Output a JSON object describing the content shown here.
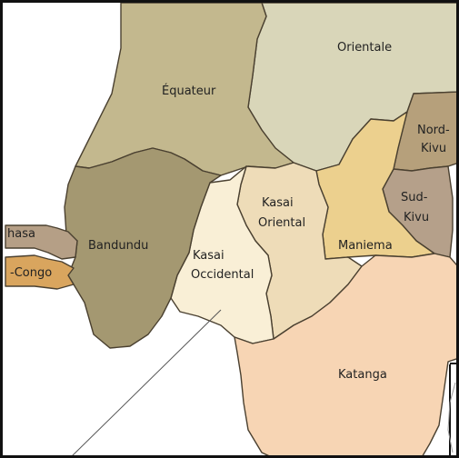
{
  "map": {
    "regions": [
      {
        "id": "equateur",
        "label": "Équateur",
        "color": "#c3b88e"
      },
      {
        "id": "orientale",
        "label": "Orientale",
        "color": "#d9d6b9"
      },
      {
        "id": "nord-kivu",
        "label_line1": "Nord-",
        "label_line2": "Kivu",
        "color": "#b6a07b"
      },
      {
        "id": "sud-kivu",
        "label_line1": "Sud-",
        "label_line2": "Kivu",
        "color": "#b5a08a"
      },
      {
        "id": "maniema",
        "label": "Maniema",
        "color": "#ecd08e"
      },
      {
        "id": "kasai-oriental",
        "label_line1": "Kasai",
        "label_line2": "Oriental",
        "color": "#eedcb8"
      },
      {
        "id": "kasai-occidental",
        "label_line1": "Kasai",
        "label_line2": "Occidental",
        "color": "#f9efd6"
      },
      {
        "id": "bandundu",
        "label": "Bandundu",
        "color": "#a49871"
      },
      {
        "id": "kinshasa",
        "label": "hasa",
        "color": "#b59f86"
      },
      {
        "id": "bas-congo",
        "label": "-Congo",
        "color": "#d9a55e"
      },
      {
        "id": "katanga",
        "label": "Katanga",
        "color": "#f7d5b4"
      }
    ]
  }
}
